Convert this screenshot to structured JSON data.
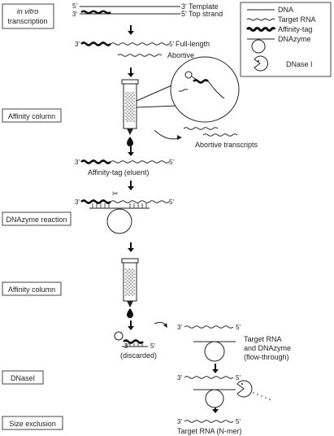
{
  "steps": {
    "transcription_italic": "in vitro",
    "transcription": "transcription",
    "affinity_1": "Affinity column",
    "dnazyme": "DNAzyme reaction",
    "affinity_2": "Affinity column",
    "dnase": "DNaseI",
    "size_exclusion": "Size exclusion"
  },
  "legend": {
    "dna": "DNA",
    "target_rna": "Target RNA",
    "affinity_tag": "Affinity-tag",
    "dnazyme": "DNAzyme",
    "dnase": "DNase I"
  },
  "labels": {
    "template": "3' Template",
    "top_strand": "5' Top strand",
    "full_length": "Full-length",
    "abortive": "Abortive",
    "abortive_transcripts": "Abortive transcripts",
    "affinity_eluent": "Affinity-tag (eluent)",
    "discarded": "(discarded)",
    "target_rna_line1": "Target RNA",
    "target_rna_line2": "and DNAzyme",
    "target_rna_line3": "(flow-through)",
    "final_product": "Target RNA (N-mer)"
  },
  "ends": {
    "five": "5'",
    "three": "3'"
  },
  "colors": {
    "ink": "#222222",
    "box_border": "#444444"
  }
}
